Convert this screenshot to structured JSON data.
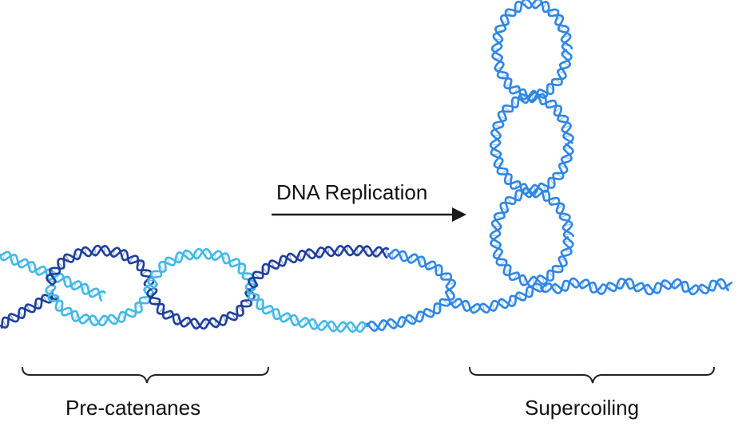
{
  "labels": {
    "process": "DNA Replication",
    "left_region": "Pre-catenanes",
    "right_region": "Supercoiling"
  },
  "colors": {
    "strand_dark": "#1f3f9c",
    "strand_light": "#42b8e6",
    "strand_mid": "#2f86e3",
    "text": "#111111",
    "bracket": "#222222"
  }
}
